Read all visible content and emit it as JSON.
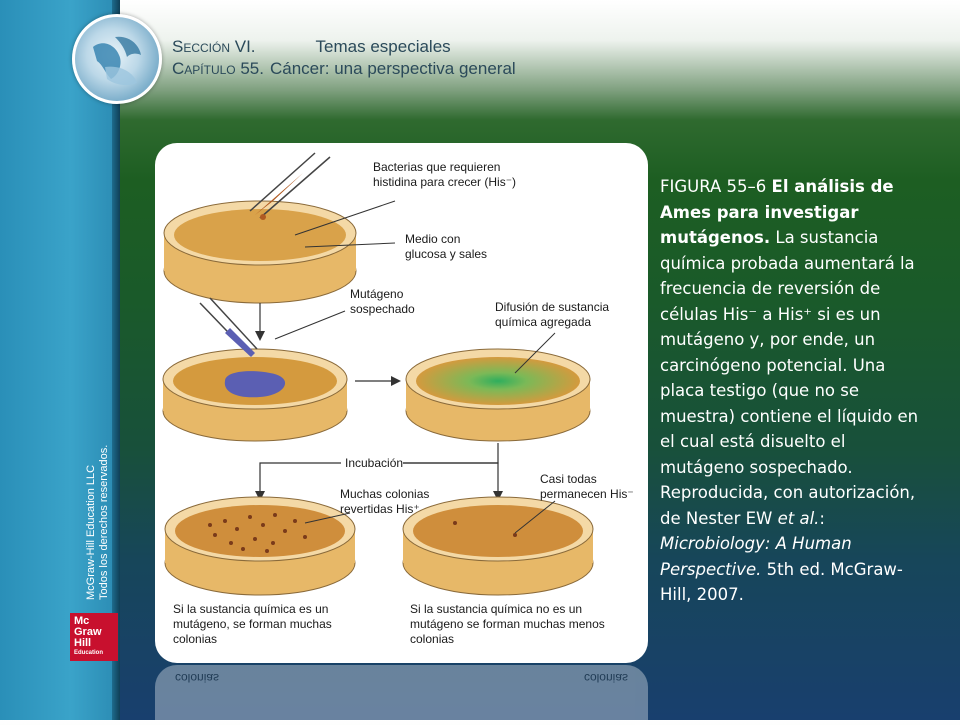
{
  "header": {
    "section_label": "Sección VI.",
    "section_title": "Temas especiales",
    "chapter_label": "Capítulo 55.",
    "chapter_title": "Cáncer: una perspectiva general"
  },
  "figure": {
    "labels": {
      "bacteria": [
        "Bacterias que requieren",
        "histidina para crecer (His⁻)"
      ],
      "medium": [
        "Medio con",
        "glucosa y sales"
      ],
      "mutagen": [
        "Mutágeno",
        "sospechado"
      ],
      "diffusion": [
        "Difusión de sustancia",
        "química agregada"
      ],
      "incubation": "Incubación",
      "many_colonies": [
        "Muchas colonias",
        "revertidas His⁺"
      ],
      "almost_all": [
        "Casi todas",
        "permanecen His⁻"
      ],
      "left_result": [
        "Si la sustancia química es un",
        "mutágeno, se forman muchas",
        "colonias"
      ],
      "right_result": [
        "Si la sustancia química no es un",
        "mutágeno se forman muchas menos",
        "colonias"
      ]
    }
  },
  "caption": {
    "figure_number": "FIGURA 55–6 ",
    "title": "El análisis de Ames para investigar mutágenos.",
    "body": " La sustancia química probada aumentará la frecuencia de reversión de células His⁻ a His⁺ si es un mutágeno y, por ende, un carcinógeno potencial. Una placa testigo (que no se muestra) contiene el líquido en el cual está disuelto el mutágeno sospechado. Reproducida, con autorización, de Nester EW ",
    "et_al": "et al.",
    "colon": ": ",
    "book": "Microbiology: A Human Perspective.",
    "tail": " 5th ed. McGraw-Hill, 2007."
  },
  "credit": {
    "line1": "McGraw-Hill Education LLC",
    "line2": "Todos los derechos reservados."
  },
  "logo": {
    "line1": "Mc",
    "line2": "Graw",
    "line3": "Hill",
    "line4": "Education"
  },
  "colors": {
    "sidebar": "#2a8fb8",
    "plate_agar": "#d49a3e",
    "plate_rim": "#f0c36e",
    "mutagen": "#5b5fb3",
    "diffusion": "#3fa860",
    "logo_red": "#c8102e"
  }
}
